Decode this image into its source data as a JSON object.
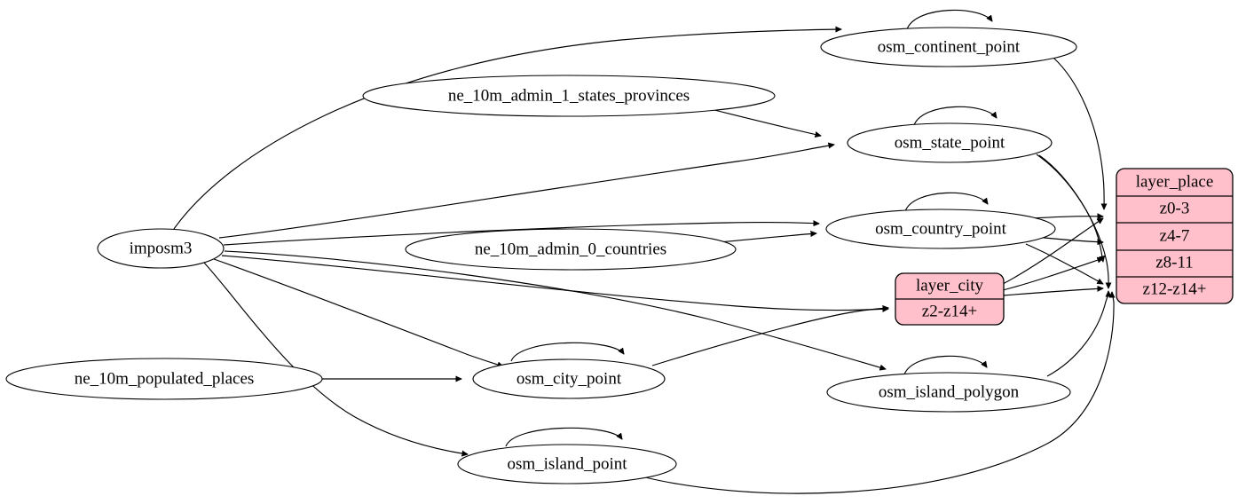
{
  "diagram": {
    "type": "directed-graph",
    "title": "",
    "background_color": "#ffffff",
    "node_fill_color": "#ffffff",
    "record_fill_color": "#ffc0cb",
    "edge_color": "#000000"
  },
  "nodes": {
    "imposm3": {
      "label": "imposm3",
      "shape": "ellipse"
    },
    "ne_admin1": {
      "label": "ne_10m_admin_1_states_provinces",
      "shape": "ellipse"
    },
    "ne_admin0": {
      "label": "ne_10m_admin_0_countries",
      "shape": "ellipse"
    },
    "ne_populated": {
      "label": "ne_10m_populated_places",
      "shape": "ellipse"
    },
    "osm_continent_point": {
      "label": "osm_continent_point",
      "shape": "ellipse"
    },
    "osm_state_point": {
      "label": "osm_state_point",
      "shape": "ellipse"
    },
    "osm_country_point": {
      "label": "osm_country_point",
      "shape": "ellipse"
    },
    "osm_city_point": {
      "label": "osm_city_point",
      "shape": "ellipse"
    },
    "osm_island_point": {
      "label": "osm_island_point",
      "shape": "ellipse"
    },
    "osm_island_polygon": {
      "label": "osm_island_polygon",
      "shape": "ellipse"
    }
  },
  "records": {
    "layer_place": {
      "header": "layer_place",
      "rows": [
        "z0-3",
        "z4-7",
        "z8-11",
        "z12-z14+"
      ],
      "fill": "#ffc0cb"
    },
    "layer_city": {
      "header": "layer_city",
      "rows": [
        "z2-z14+"
      ],
      "fill": "#ffc0cb"
    }
  },
  "edges": [
    {
      "from": "imposm3",
      "to": "osm_continent_point"
    },
    {
      "from": "imposm3",
      "to": "osm_state_point"
    },
    {
      "from": "imposm3",
      "to": "osm_country_point"
    },
    {
      "from": "imposm3",
      "to": "layer_city.z2-z14+"
    },
    {
      "from": "imposm3",
      "to": "osm_city_point"
    },
    {
      "from": "imposm3",
      "to": "osm_island_polygon"
    },
    {
      "from": "imposm3",
      "to": "osm_island_point"
    },
    {
      "from": "ne_admin1",
      "to": "osm_state_point"
    },
    {
      "from": "ne_admin0",
      "to": "osm_country_point"
    },
    {
      "from": "ne_populated",
      "to": "osm_city_point"
    },
    {
      "from": "osm_continent_point",
      "to": "osm_continent_point"
    },
    {
      "from": "osm_continent_point",
      "to": "layer_place.z0-3"
    },
    {
      "from": "osm_state_point",
      "to": "osm_state_point"
    },
    {
      "from": "osm_state_point",
      "to": "layer_place.z8-11"
    },
    {
      "from": "osm_state_point",
      "to": "layer_place.z12-z14+"
    },
    {
      "from": "osm_country_point",
      "to": "osm_country_point"
    },
    {
      "from": "osm_country_point",
      "to": "layer_place.z4-7"
    },
    {
      "from": "osm_country_point",
      "to": "layer_place.z8-11"
    },
    {
      "from": "osm_country_point",
      "to": "layer_place.z12-z14+"
    },
    {
      "from": "osm_city_point",
      "to": "osm_city_point"
    },
    {
      "from": "osm_city_point",
      "to": "layer_city.z2-z14+"
    },
    {
      "from": "layer_city",
      "to": "layer_place.z8-11"
    },
    {
      "from": "layer_city",
      "to": "layer_place.z12-z14+"
    },
    {
      "from": "osm_island_polygon",
      "to": "osm_island_polygon"
    },
    {
      "from": "osm_island_polygon",
      "to": "layer_place.z12-z14+"
    },
    {
      "from": "osm_island_point",
      "to": "osm_island_point"
    },
    {
      "from": "osm_island_point",
      "to": "layer_place.z12-z14+"
    }
  ]
}
